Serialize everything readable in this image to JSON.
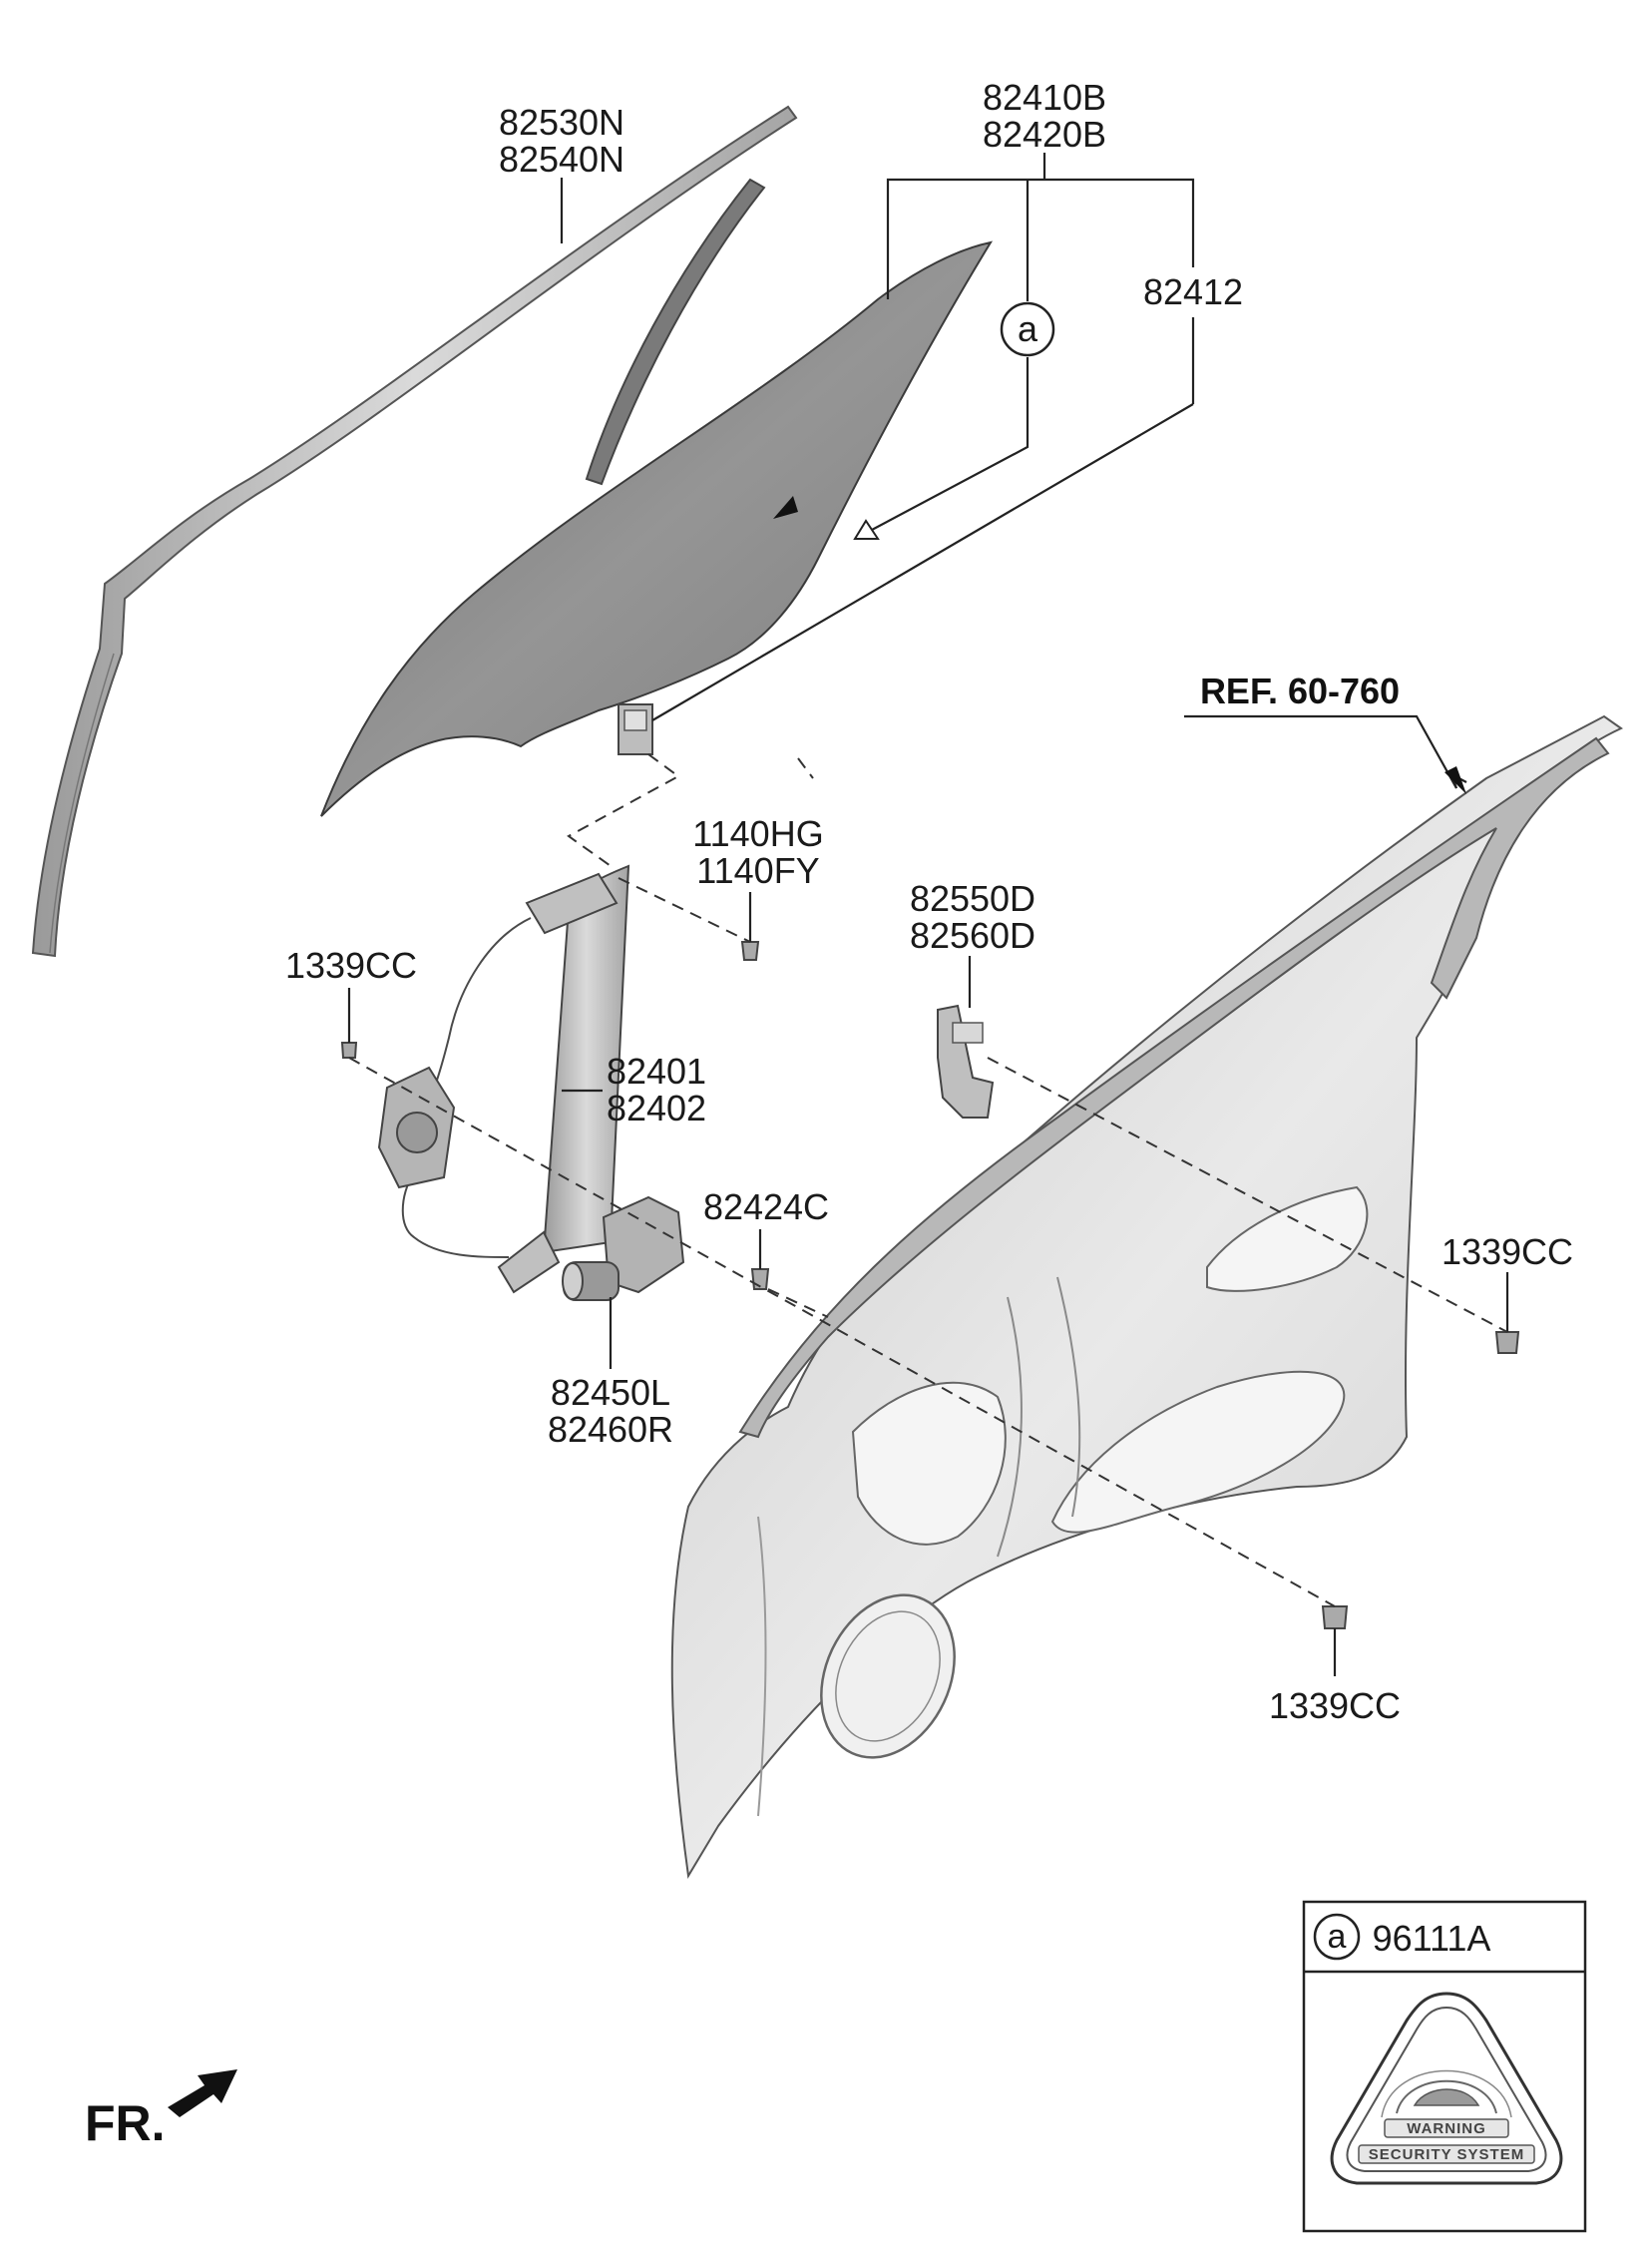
{
  "title": "",
  "labels": {
    "lbl_82530n": "82530N",
    "lbl_82540n": "82540N",
    "lbl_82410b": "82410B",
    "lbl_82420b": "82420B",
    "lbl_82412": "82412",
    "ref": "REF. 60-760",
    "lbl_1140hg": "1140HG",
    "lbl_1140fy": "1140FY",
    "lbl_1339cc_left": "1339CC",
    "lbl_82401": "82401",
    "lbl_82402": "82402",
    "lbl_82550d": "82550D",
    "lbl_82560d": "82560D",
    "lbl_82424c": "82424C",
    "lbl_82450l": "82450L",
    "lbl_82460r": "82460R",
    "lbl_1339cc_right": "1339CC",
    "lbl_1339cc_bottom": "1339CC",
    "callout_a": "a",
    "fr": "FR."
  },
  "legend": {
    "callout": "a",
    "part_no": "96111A",
    "sticker_top": "WARNING",
    "sticker_bottom": "SECURITY SYSTEM"
  },
  "colors": {
    "glass": "#8c8c8c",
    "panel": "#dcdcdc",
    "line": "#222222"
  }
}
